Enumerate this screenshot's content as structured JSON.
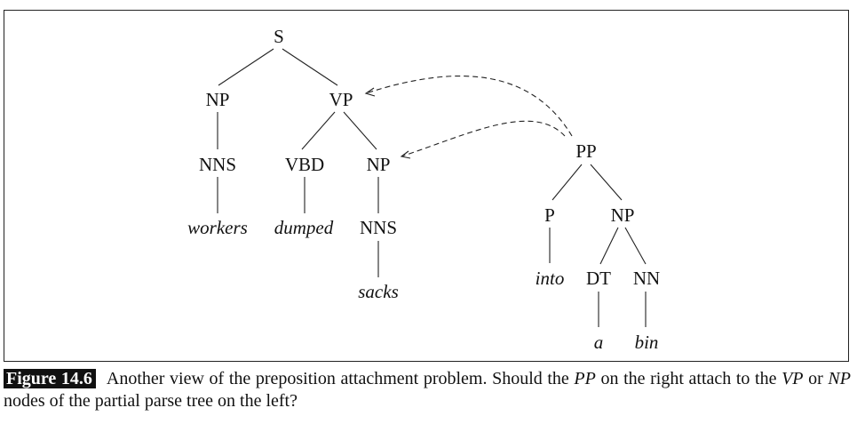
{
  "tree": {
    "nodes": {
      "S": "S",
      "NP1": "NP",
      "VP": "VP",
      "NNS1": "NNS",
      "VBD": "VBD",
      "NP2": "NP",
      "NNS2": "NNS",
      "PP": "PP",
      "P": "P",
      "NP3": "NP",
      "DT": "DT",
      "NN": "NN"
    },
    "words": {
      "workers": "workers",
      "dumped": "dumped",
      "sacks": "sacks",
      "into": "into",
      "a": "a",
      "bin": "bin"
    }
  },
  "caption": {
    "label": "Figure 14.6",
    "t1": "Another view of the preposition attachment problem. Should the ",
    "pp": "PP",
    "t2": " on the right attach to the ",
    "vp": "VP",
    "t3": " or ",
    "np": "NP",
    "t4": " nodes of the partial parse tree on the left?"
  }
}
